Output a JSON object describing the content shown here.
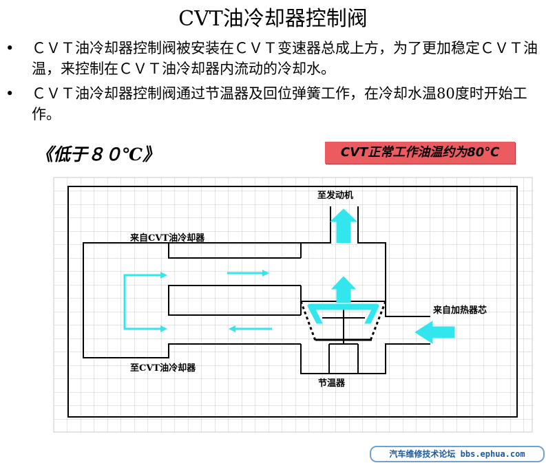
{
  "title": "CVT油冷却器控制阀",
  "bullets": [
    "ＣＶＴ油冷却器控制阀被安装在ＣＶＴ变速器总成上方，为了更加稳定ＣＶＴ油温，来控制在ＣＶＴ油冷却器内流动的冷却水。",
    "ＣＶＴ油冷却器控制阀通过节温器及回位弹簧工作，在冷却水温80度时开始工作。"
  ],
  "bullet_symbol": "•",
  "condition_label": "《低于８０℃》",
  "note_badge": "CVT正常工作油温约为80℃",
  "diagram": {
    "labels": {
      "to_engine": "至发动机",
      "from_cvt_cooler": "来自CVT油冷却器",
      "to_cvt_cooler": "至CVT油冷却器",
      "from_heater_core": "来自加热器芯",
      "thermostat": "节温器"
    },
    "flow_color": "#33e6ee",
    "grid_color": "#c8c8c8"
  },
  "footer": "汽车维修技术论坛 bbs.ephua.com"
}
